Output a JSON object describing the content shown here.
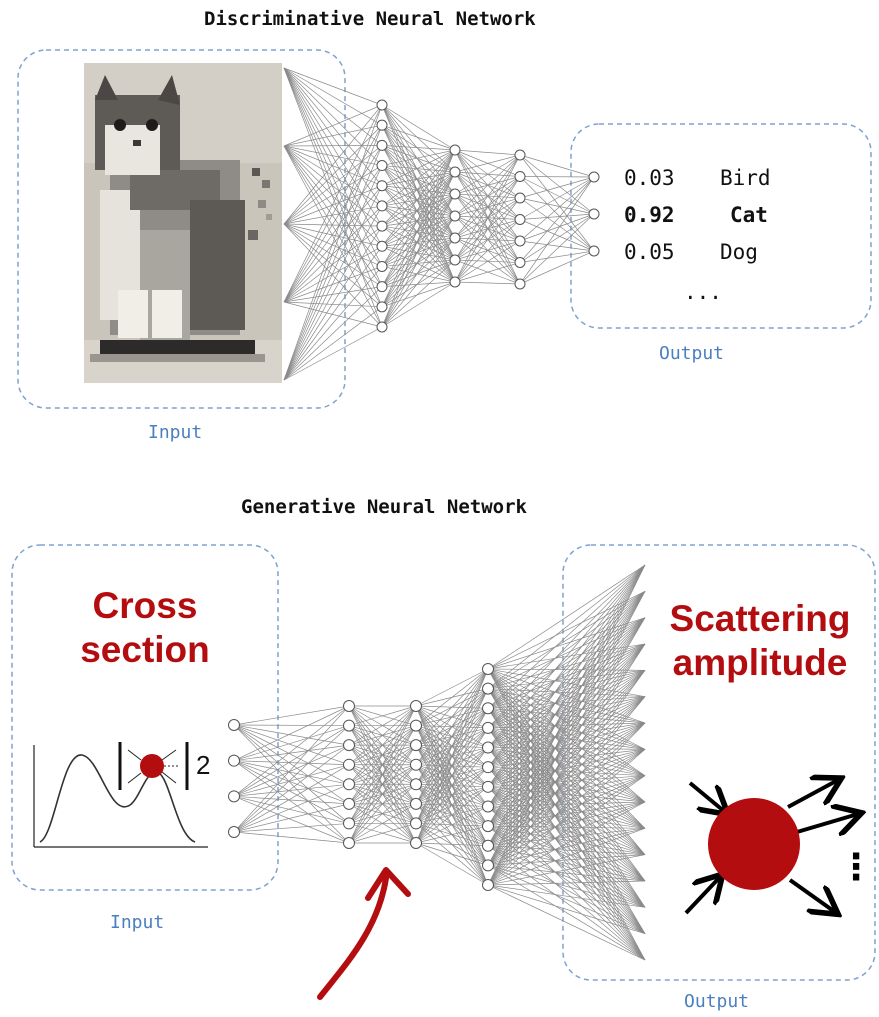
{
  "discriminative": {
    "title": "Discriminative Neural Network",
    "input_label": "Input",
    "output_label": "Output",
    "outputs": [
      {
        "value": "0.03",
        "label": "Bird",
        "bold": false
      },
      {
        "value": "0.92",
        "label": "Cat",
        "bold": true
      },
      {
        "value": "0.05",
        "label": "Dog",
        "bold": false
      }
    ],
    "ellipsis": "..."
  },
  "generative": {
    "title": "Generative Neural Network",
    "input_label": "Input",
    "output_label": "Output",
    "input_text": "Cross section",
    "output_text": "Scattering amplitude",
    "exponent": "2",
    "output_ellipsis": "⋮"
  },
  "colors": {
    "accent_red": "#b40d10",
    "box_border": "#7fa2d0",
    "label_blue": "#4a7fc0",
    "network_line": "#8a8a8a"
  },
  "icons": [
    "cat-image",
    "curve-plot-icon",
    "scattering-diagram-icon",
    "curved-arrow-icon"
  ]
}
